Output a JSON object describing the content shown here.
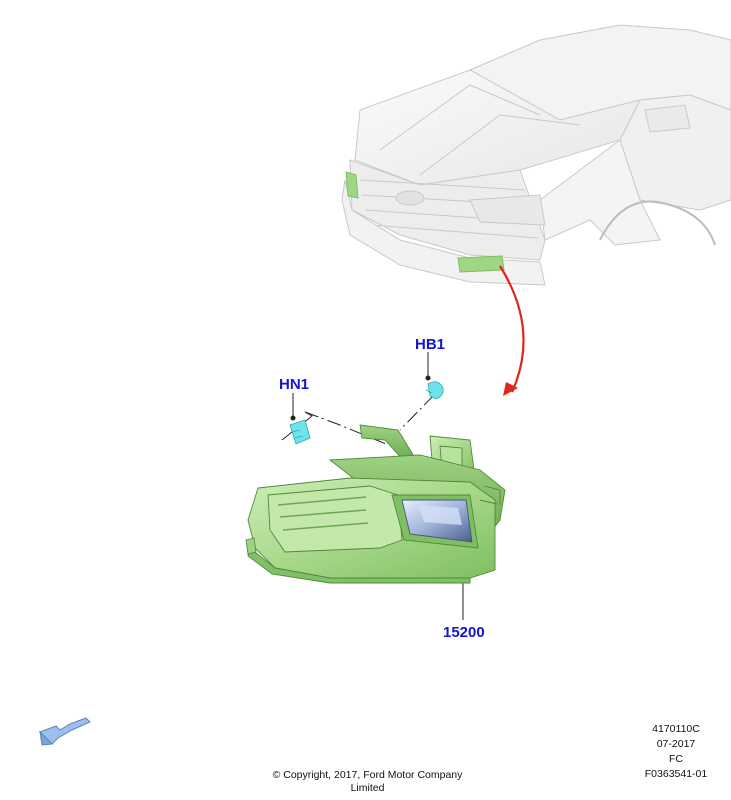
{
  "callouts": {
    "hn1": "HN1",
    "hb1": "HB1",
    "part": "15200"
  },
  "footer": {
    "copyright": "© Copyright, 2017, Ford Motor Company Limited",
    "ref1": "4170110C",
    "ref2": "07-2017",
    "ref3": "FC",
    "ref4": "F0363541-01"
  },
  "colors": {
    "part_fill": "#a8d88a",
    "clip_fill": "#6fe3ea",
    "callout_text": "#1414d2",
    "arrow_red": "#e0251b",
    "direction_arrow": "#8fb4e8"
  }
}
